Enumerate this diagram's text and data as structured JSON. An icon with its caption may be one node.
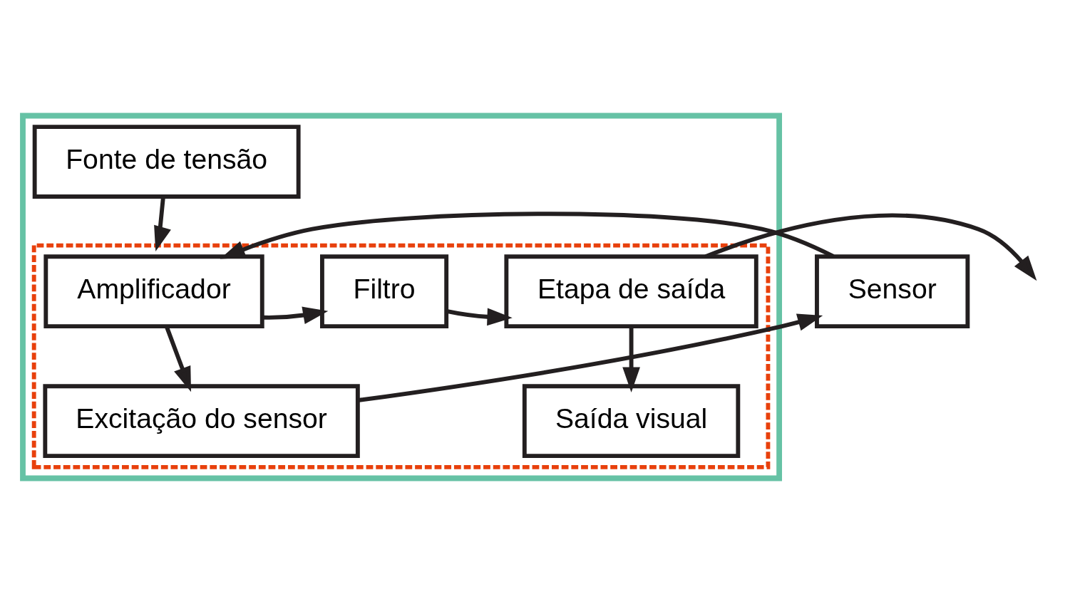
{
  "diagram": {
    "nodes": [
      {
        "text": [],
        "shape": "box"
      },
      {
        "text": [
          "Fonte de tensão"
        ],
        "in": 0
      },
      {
        "text": [],
        "shape": "box",
        "in": 0
      },
      {
        "text": [
          "Sensor"
        ]
      },
      {
        "text": [
          "Amplificador"
        ],
        "in": 2
      },
      {
        "text": [
          "Filtro"
        ],
        "in": 2
      },
      {
        "text": [
          "Etapa de saída"
        ],
        "in": 2
      },
      {
        "text": [
          "Saída visual"
        ],
        "in": 2
      },
      {
        "text": [
          "Excitação do sensor"
        ],
        "in": 2
      }
    ],
    "edges": [
      {
        "from": 1,
        "to": 2,
        "arrow": "to"
      },
      {
        "from": 3,
        "to": 4,
        "arrow": "to"
      },
      {
        "from": 4,
        "to": 5,
        "arrow": "to"
      },
      {
        "from": 5,
        "to": 6,
        "arrow": "to"
      },
      {
        "from": 6,
        "to": 7,
        "arrow": "to"
      },
      {
        "from": 4,
        "to": 8,
        "arrow": "to"
      },
      {
        "from": 8,
        "to": 3,
        "arrow": "to"
      },
      {
        "from": 6,
        "to": null,
        "arrow": "to"
      }
    ]
  }
}
